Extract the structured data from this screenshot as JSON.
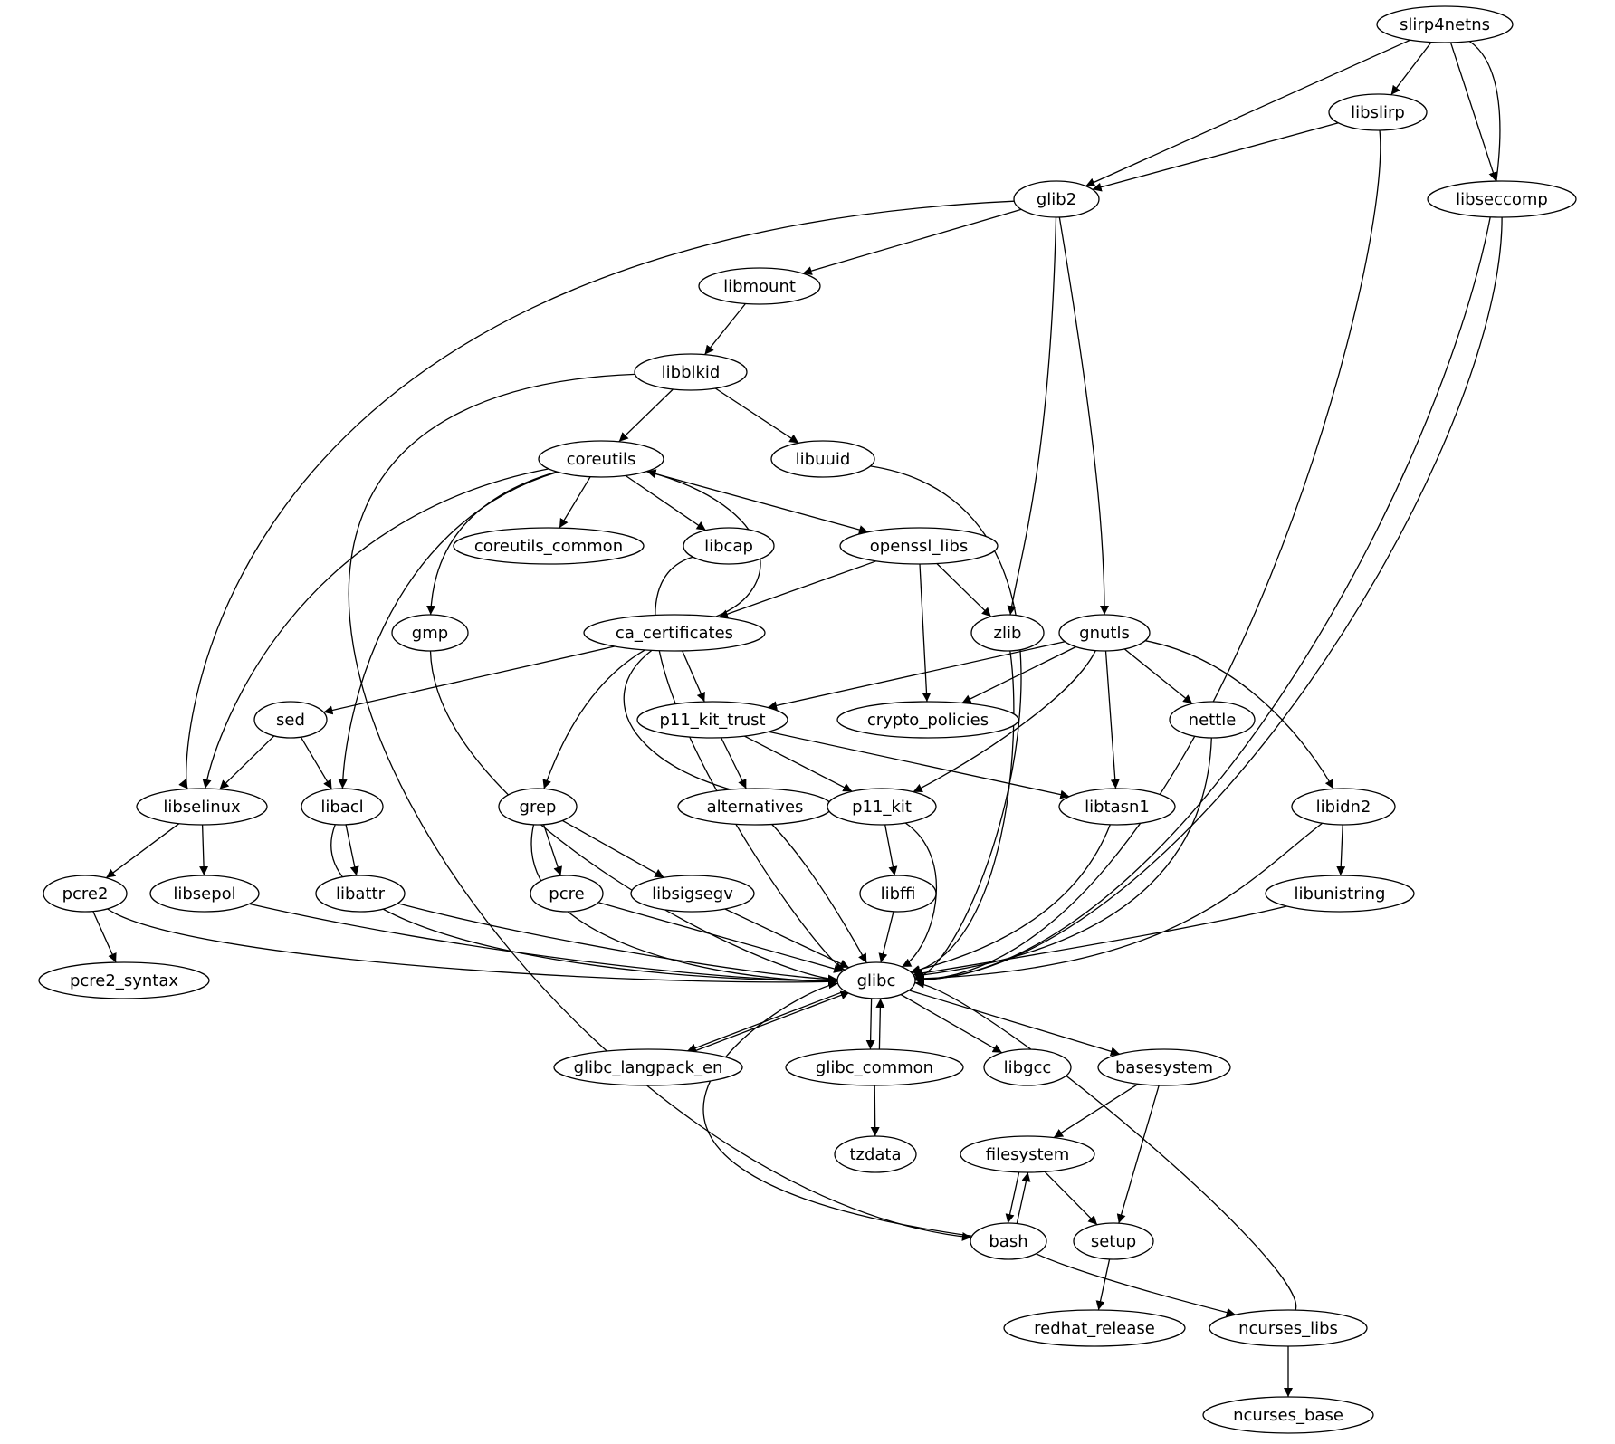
{
  "diagram": {
    "type": "directed-graph",
    "nodes": [
      {
        "id": "slirp4netns",
        "label": "slirp4netns"
      },
      {
        "id": "libslirp",
        "label": "libslirp"
      },
      {
        "id": "glib2",
        "label": "glib2"
      },
      {
        "id": "libseccomp",
        "label": "libseccomp"
      },
      {
        "id": "libmount",
        "label": "libmount"
      },
      {
        "id": "libblkid",
        "label": "libblkid"
      },
      {
        "id": "coreutils",
        "label": "coreutils"
      },
      {
        "id": "libuuid",
        "label": "libuuid"
      },
      {
        "id": "coreutils_common",
        "label": "coreutils_common"
      },
      {
        "id": "libcap",
        "label": "libcap"
      },
      {
        "id": "openssl_libs",
        "label": "openssl_libs"
      },
      {
        "id": "gmp",
        "label": "gmp"
      },
      {
        "id": "ca_certificates",
        "label": "ca_certificates"
      },
      {
        "id": "zlib",
        "label": "zlib"
      },
      {
        "id": "gnutls",
        "label": "gnutls"
      },
      {
        "id": "sed",
        "label": "sed"
      },
      {
        "id": "p11_kit_trust",
        "label": "p11_kit_trust"
      },
      {
        "id": "crypto_policies",
        "label": "crypto_policies"
      },
      {
        "id": "nettle",
        "label": "nettle"
      },
      {
        "id": "libselinux",
        "label": "libselinux"
      },
      {
        "id": "libacl",
        "label": "libacl"
      },
      {
        "id": "grep",
        "label": "grep"
      },
      {
        "id": "alternatives",
        "label": "alternatives"
      },
      {
        "id": "p11_kit",
        "label": "p11_kit"
      },
      {
        "id": "libtasn1",
        "label": "libtasn1"
      },
      {
        "id": "libidn2",
        "label": "libidn2"
      },
      {
        "id": "pcre2",
        "label": "pcre2"
      },
      {
        "id": "libsepol",
        "label": "libsepol"
      },
      {
        "id": "libattr",
        "label": "libattr"
      },
      {
        "id": "pcre",
        "label": "pcre"
      },
      {
        "id": "libsigsegv",
        "label": "libsigsegv"
      },
      {
        "id": "libffi",
        "label": "libffi"
      },
      {
        "id": "libunistring",
        "label": "libunistring"
      },
      {
        "id": "pcre2_syntax",
        "label": "pcre2_syntax"
      },
      {
        "id": "glibc",
        "label": "glibc"
      },
      {
        "id": "glibc_langpack_en",
        "label": "glibc_langpack_en"
      },
      {
        "id": "glibc_common",
        "label": "glibc_common"
      },
      {
        "id": "libgcc",
        "label": "libgcc"
      },
      {
        "id": "basesystem",
        "label": "basesystem"
      },
      {
        "id": "tzdata",
        "label": "tzdata"
      },
      {
        "id": "filesystem",
        "label": "filesystem"
      },
      {
        "id": "bash",
        "label": "bash"
      },
      {
        "id": "setup",
        "label": "setup"
      },
      {
        "id": "redhat_release",
        "label": "redhat_release"
      },
      {
        "id": "ncurses_libs",
        "label": "ncurses_libs"
      },
      {
        "id": "ncurses_base",
        "label": "ncurses_base"
      }
    ],
    "edges": [
      [
        "slirp4netns",
        "glib2"
      ],
      [
        "slirp4netns",
        "libslirp"
      ],
      [
        "slirp4netns",
        "libseccomp"
      ],
      [
        "slirp4netns",
        "glibc"
      ],
      [
        "libslirp",
        "glib2"
      ],
      [
        "libslirp",
        "glibc"
      ],
      [
        "libseccomp",
        "glibc"
      ],
      [
        "glib2",
        "libmount"
      ],
      [
        "glib2",
        "libselinux"
      ],
      [
        "glib2",
        "zlib"
      ],
      [
        "glib2",
        "gnutls"
      ],
      [
        "libmount",
        "libblkid"
      ],
      [
        "libblkid",
        "coreutils"
      ],
      [
        "libblkid",
        "libuuid"
      ],
      [
        "libblkid",
        "bash"
      ],
      [
        "libuuid",
        "glibc"
      ],
      [
        "coreutils",
        "coreutils_common"
      ],
      [
        "coreutils",
        "libcap"
      ],
      [
        "coreutils",
        "openssl_libs"
      ],
      [
        "coreutils",
        "gmp"
      ],
      [
        "coreutils",
        "libselinux"
      ],
      [
        "coreutils",
        "libacl"
      ],
      [
        "libcap",
        "glibc"
      ],
      [
        "openssl_libs",
        "ca_certificates"
      ],
      [
        "openssl_libs",
        "zlib"
      ],
      [
        "openssl_libs",
        "crypto_policies"
      ],
      [
        "ca_certificates",
        "coreutils"
      ],
      [
        "ca_certificates",
        "sed"
      ],
      [
        "ca_certificates",
        "p11_kit_trust"
      ],
      [
        "ca_certificates",
        "grep"
      ],
      [
        "ca_certificates",
        "p11_kit"
      ],
      [
        "gmp",
        "glibc"
      ],
      [
        "zlib",
        "glibc"
      ],
      [
        "gnutls",
        "p11_kit_trust"
      ],
      [
        "gnutls",
        "crypto_policies"
      ],
      [
        "gnutls",
        "nettle"
      ],
      [
        "gnutls",
        "p11_kit"
      ],
      [
        "gnutls",
        "libtasn1"
      ],
      [
        "gnutls",
        "libidn2"
      ],
      [
        "sed",
        "libselinux"
      ],
      [
        "sed",
        "libacl"
      ],
      [
        "p11_kit_trust",
        "alternatives"
      ],
      [
        "p11_kit_trust",
        "p11_kit"
      ],
      [
        "p11_kit_trust",
        "libtasn1"
      ],
      [
        "nettle",
        "glibc"
      ],
      [
        "libselinux",
        "pcre2"
      ],
      [
        "libselinux",
        "libsepol"
      ],
      [
        "libacl",
        "libattr"
      ],
      [
        "libacl",
        "glibc"
      ],
      [
        "grep",
        "pcre"
      ],
      [
        "grep",
        "libsigsegv"
      ],
      [
        "grep",
        "glibc"
      ],
      [
        "alternatives",
        "glibc"
      ],
      [
        "p11_kit",
        "libffi"
      ],
      [
        "p11_kit",
        "glibc"
      ],
      [
        "libtasn1",
        "glibc"
      ],
      [
        "libidn2",
        "libunistring"
      ],
      [
        "libidn2",
        "glibc"
      ],
      [
        "pcre2",
        "pcre2_syntax"
      ],
      [
        "pcre2",
        "glibc"
      ],
      [
        "libsepol",
        "glibc"
      ],
      [
        "libattr",
        "glibc"
      ],
      [
        "pcre",
        "glibc"
      ],
      [
        "libsigsegv",
        "glibc"
      ],
      [
        "libffi",
        "glibc"
      ],
      [
        "libunistring",
        "glibc"
      ],
      [
        "glibc",
        "glibc_langpack_en"
      ],
      [
        "glibc_langpack_en",
        "glibc"
      ],
      [
        "glibc",
        "glibc_common"
      ],
      [
        "glibc_common",
        "glibc"
      ],
      [
        "glibc",
        "libgcc"
      ],
      [
        "glibc",
        "basesystem"
      ],
      [
        "glibc_common",
        "tzdata"
      ],
      [
        "basesystem",
        "filesystem"
      ],
      [
        "basesystem",
        "setup"
      ],
      [
        "filesystem",
        "bash"
      ],
      [
        "bash",
        "filesystem"
      ],
      [
        "filesystem",
        "setup"
      ],
      [
        "bash",
        "glibc"
      ],
      [
        "bash",
        "ncurses_libs"
      ],
      [
        "setup",
        "redhat_release"
      ],
      [
        "ncurses_libs",
        "glibc"
      ],
      [
        "ncurses_libs",
        "ncurses_base"
      ]
    ]
  }
}
